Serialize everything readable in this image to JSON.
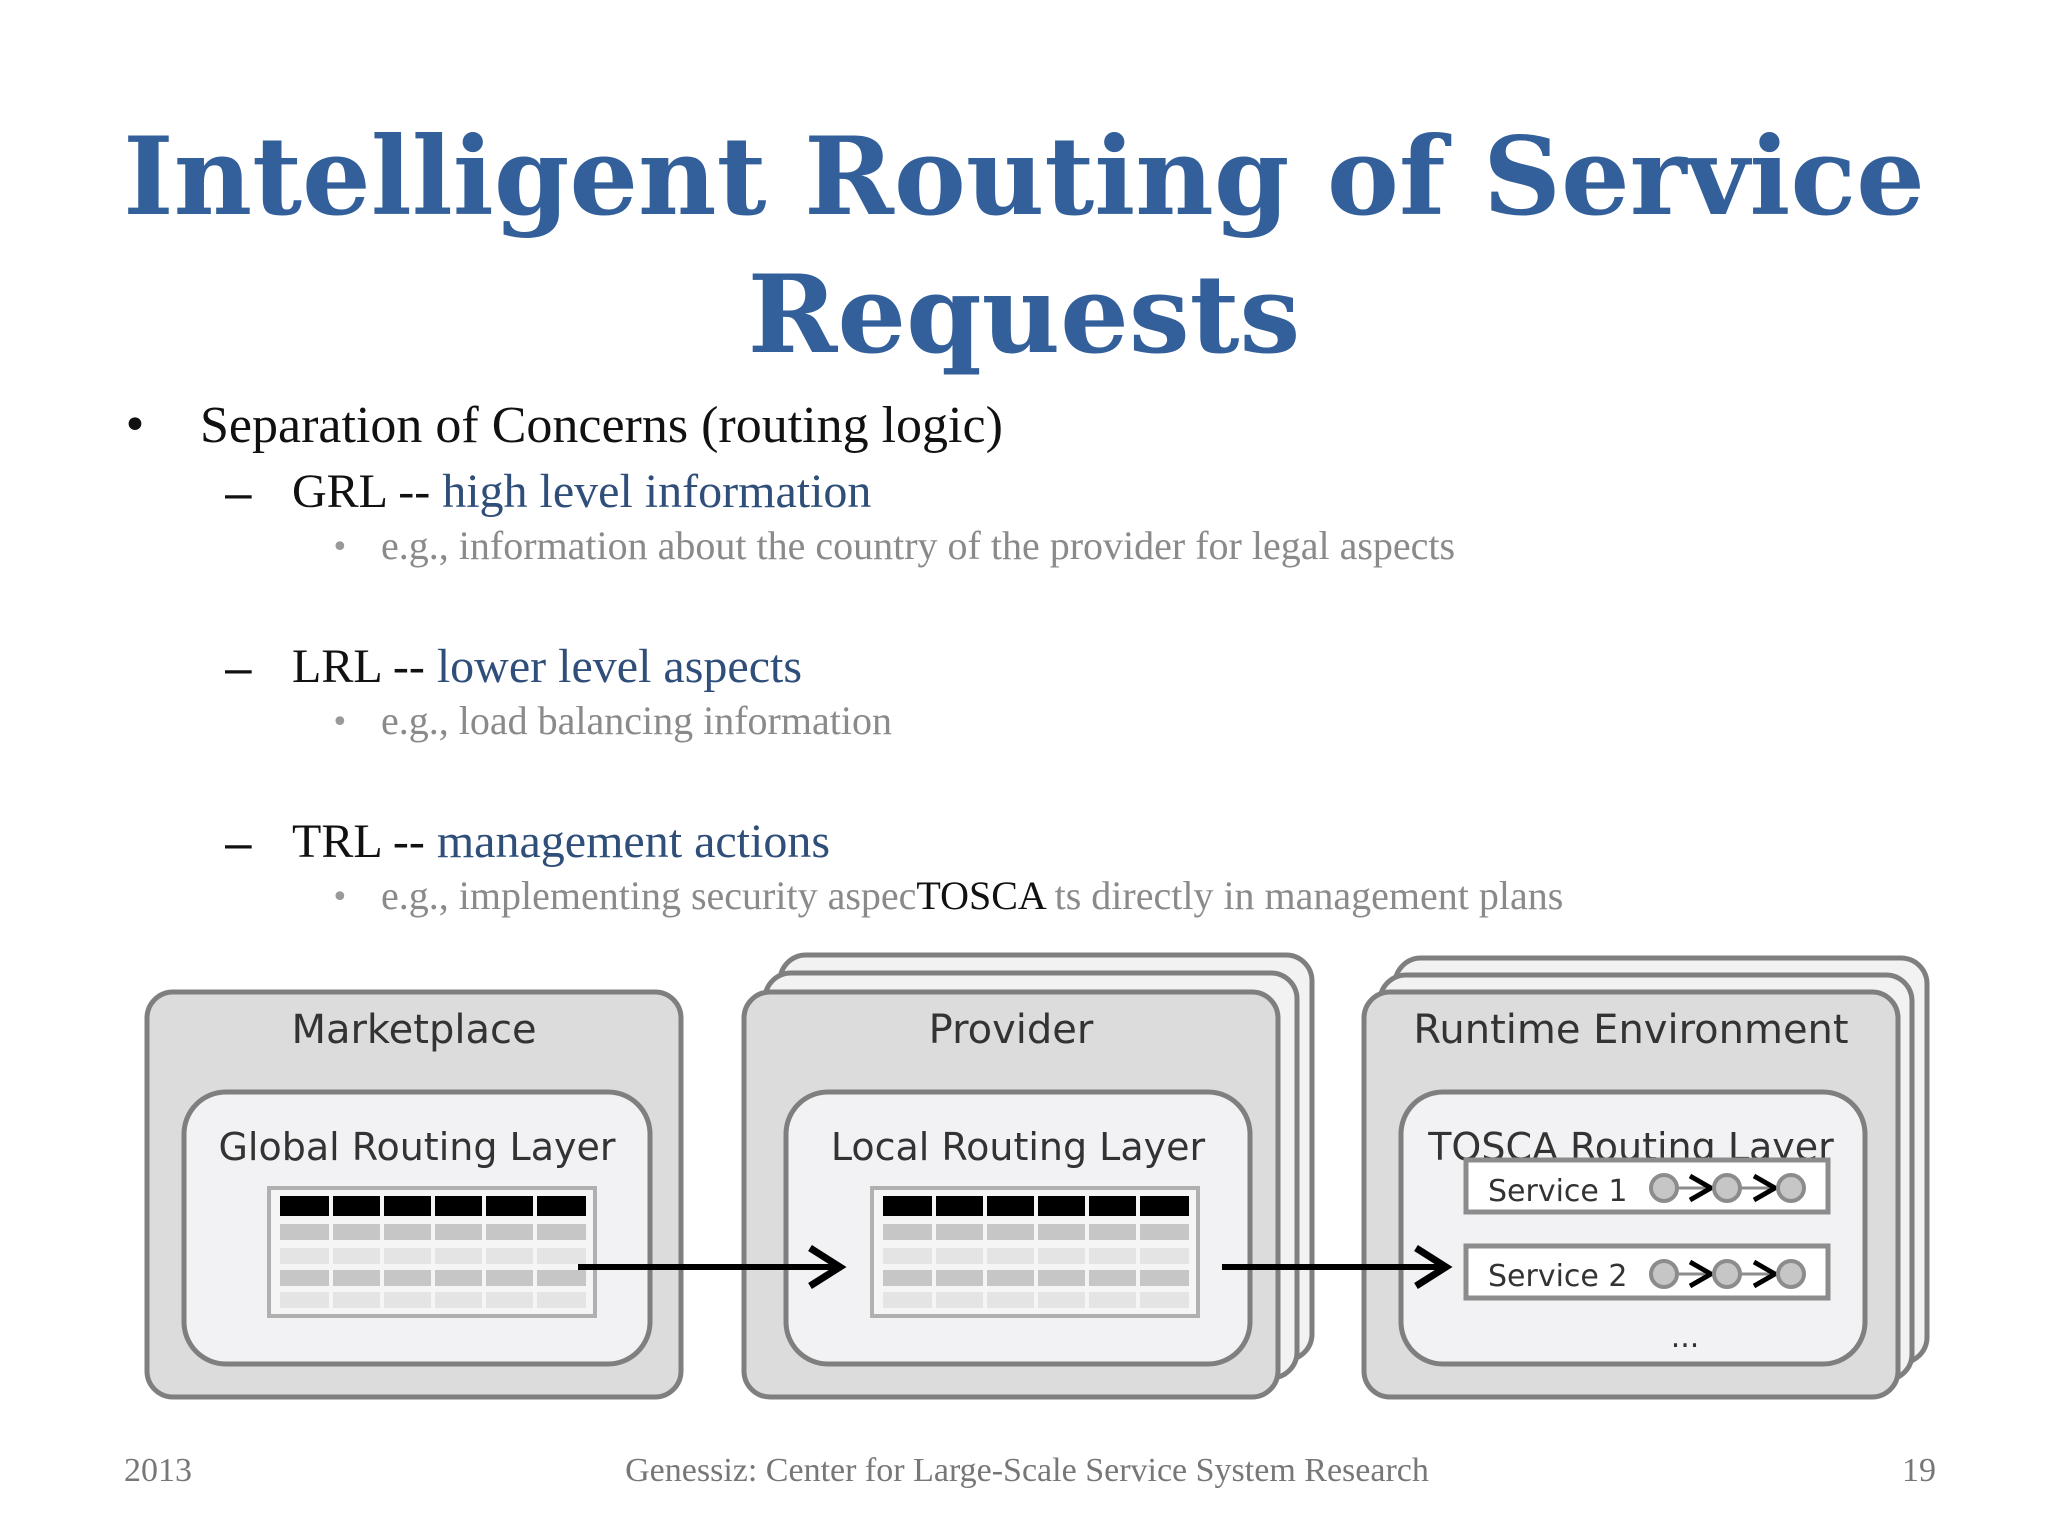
{
  "slide": {
    "title_line1": "Intelligent Routing of Service",
    "title_line2": "Requests",
    "bullet": {
      "text": "Separation of Concerns (routing logic)",
      "items": [
        {
          "label": "GRL --",
          "highlight": "high level information",
          "example": "e.g., information about the country of the provider for legal aspects"
        },
        {
          "label": "LRL --",
          "highlight": "lower level aspects",
          "example": "e.g., load balancing information"
        },
        {
          "label": "TRL --",
          "highlight": "management actions",
          "example_before": "e.g., implementing security aspec",
          "example_overlay": "TOSCA",
          "example_after": " ts directly in management plans"
        }
      ]
    }
  },
  "diagram": {
    "marketplace": {
      "title": "Marketplace",
      "layer": "Global Routing Layer"
    },
    "provider": {
      "title": "Provider",
      "layer": "Local Routing Layer"
    },
    "runtime": {
      "title": "Runtime Environment",
      "layer": "TOSCA Routing Layer",
      "services": [
        "Service 1",
        "Service 2"
      ],
      "ellipsis": "..."
    }
  },
  "footer": {
    "year": "2013",
    "center": "Genessiz: Center for Large-Scale Service System Research",
    "page": "19"
  },
  "colors": {
    "title": "#33609a",
    "highlight": "#2f4f7a",
    "subtext": "#8a8a8a",
    "box_fill": "#dcdcdc",
    "box_stroke": "#7f7f7f"
  }
}
